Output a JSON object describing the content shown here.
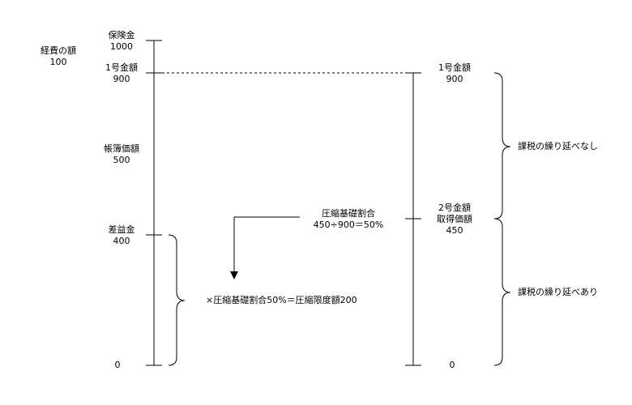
{
  "expense": {
    "title": "経費の額",
    "value": "100"
  },
  "left_axis": {
    "insurance": {
      "label": "保険金",
      "value": "1000"
    },
    "no1_amount": {
      "label": "1号金額",
      "value": "900"
    },
    "book_value": {
      "label": "帳簿価額",
      "value": "500"
    },
    "gain": {
      "label": "差益金",
      "value": "400"
    },
    "zero": "0"
  },
  "right_axis": {
    "no1_amount": {
      "label": "1号金額",
      "value": "900"
    },
    "no2_amount": {
      "label1": "2号金額",
      "label2": "取得価額",
      "value": "450"
    },
    "zero": "0"
  },
  "compression_ratio": {
    "label": "圧縮基礎割合",
    "formula": "450÷900＝50%"
  },
  "compression_limit": "×圧縮基礎割合50%＝圧縮限度額200",
  "brackets": {
    "upper": "課税の繰り延べなし",
    "lower": "課税の繰り延べあり"
  },
  "colors": {
    "line": "#000000",
    "background": "#ffffff"
  }
}
